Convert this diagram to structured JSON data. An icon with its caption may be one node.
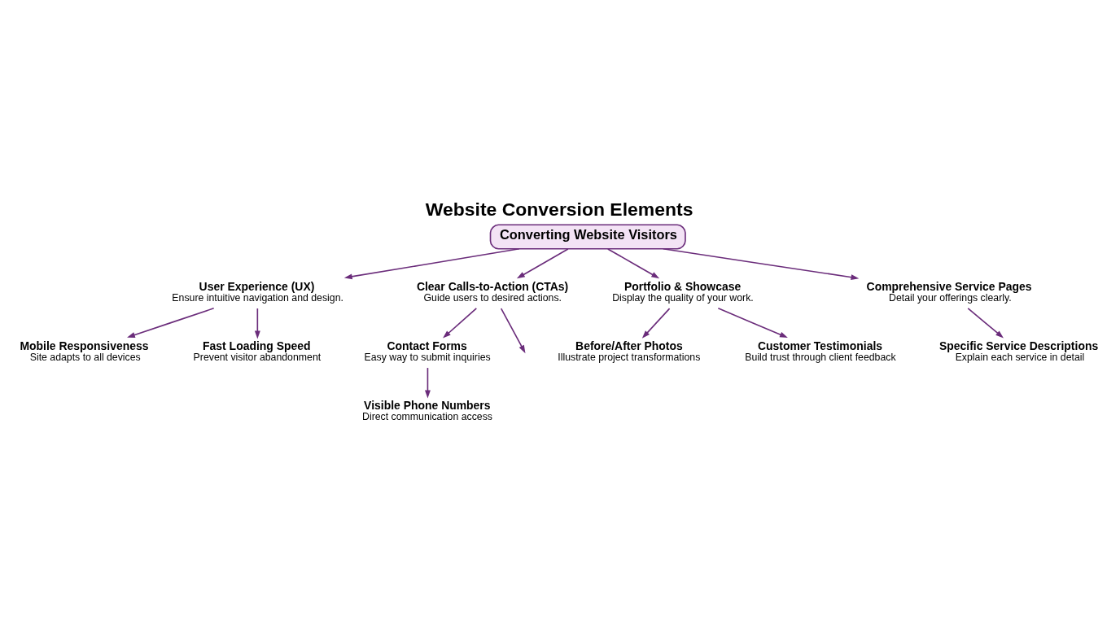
{
  "diagram": {
    "title": "Website Conversion Elements",
    "nodes": [
      {
        "text": [
          "Converting Website Visitors"
        ]
      },
      {
        "text": [
          "User Experience (UX)",
          "Ensure intuitive navigation and design."
        ]
      },
      {
        "text": [
          "Clear Calls-to-Action (CTAs)",
          "Guide users to desired actions."
        ]
      },
      {
        "text": [
          "Portfolio & Showcase",
          "Display the quality of your work."
        ]
      },
      {
        "text": [
          "Comprehensive Service Pages",
          "Detail your offerings clearly."
        ]
      },
      {
        "text": [
          "Mobile Responsiveness",
          "Site adapts to all devices"
        ]
      },
      {
        "text": [
          "Fast Loading Speed",
          "Prevent visitor abandonment"
        ]
      },
      {
        "text": [
          "Contact Forms",
          "Easy way to submit inquiries"
        ]
      },
      {
        "text": [
          "Visible Phone Numbers",
          "Direct communication access"
        ]
      },
      {
        "text": [
          "Before/After Photos",
          "Illustrate project transformations"
        ]
      },
      {
        "text": [
          "Customer Testimonials",
          "Build trust through client feedback"
        ]
      },
      {
        "text": [
          "Specific Service Descriptions",
          "Explain each service in detail"
        ]
      }
    ],
    "edges": [
      {
        "from": 0,
        "to": 1,
        "arrow": "to"
      },
      {
        "from": 0,
        "to": 2,
        "arrow": "to"
      },
      {
        "from": 0,
        "to": 3,
        "arrow": "to"
      },
      {
        "from": 0,
        "to": 4,
        "arrow": "to"
      },
      {
        "from": 1,
        "to": 5,
        "arrow": "to"
      },
      {
        "from": 1,
        "to": 6,
        "arrow": "to"
      },
      {
        "from": 2,
        "to": 7,
        "arrow": "to"
      },
      {
        "from": 2,
        "to": null,
        "arrow": "to"
      },
      {
        "from": 7,
        "to": 8,
        "arrow": "to"
      },
      {
        "from": 3,
        "to": 9,
        "arrow": "to"
      },
      {
        "from": 3,
        "to": 10,
        "arrow": "to"
      },
      {
        "from": 4,
        "to": 11,
        "arrow": "to"
      }
    ]
  }
}
